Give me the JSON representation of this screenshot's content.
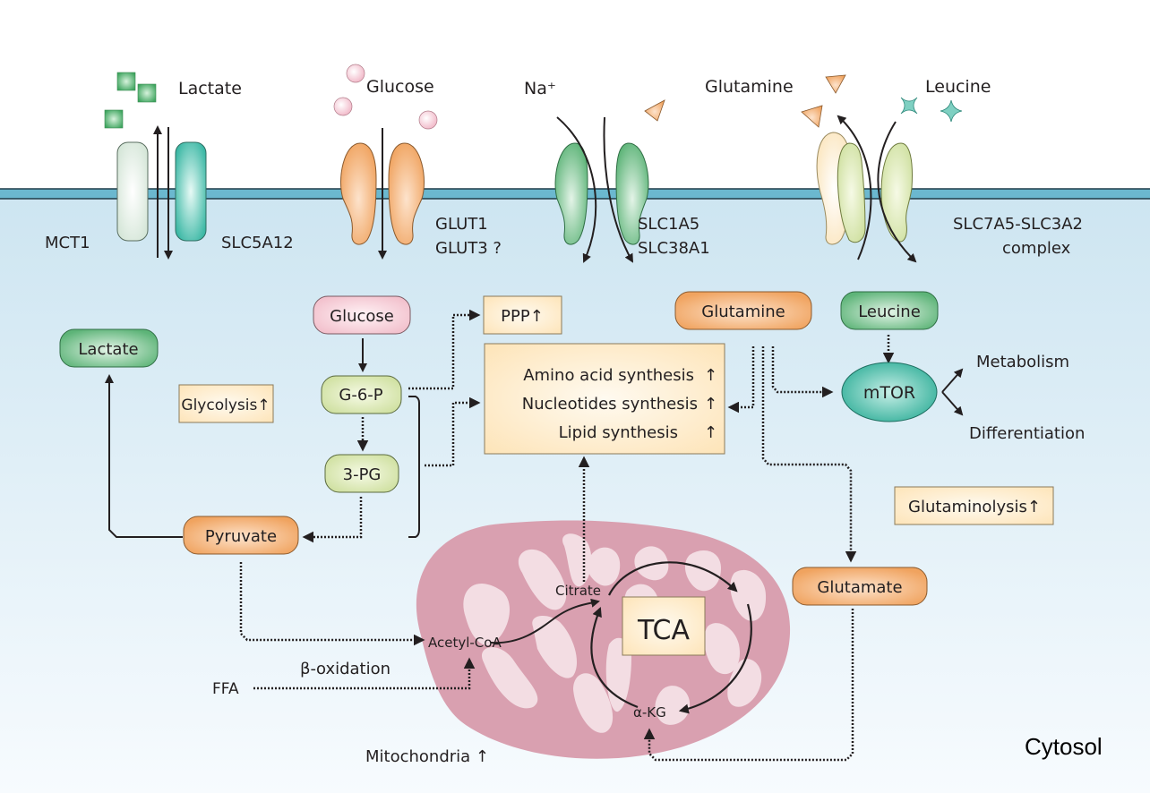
{
  "extracellular": {
    "lactate": "Lactate",
    "glucose": "Glucose",
    "sodium": "Na⁺",
    "glutamine": "Glutamine",
    "leucine": "Leucine"
  },
  "transporters": {
    "mct1": "MCT1",
    "slc5a12": "SLC5A12",
    "glut1": "GLUT1",
    "glut3": "GLUT3 ?",
    "slc1a5": "SLC1A5",
    "slc38a1": "SLC38A1",
    "slc7a5_line1": "SLC7A5-SLC3A2",
    "slc7a5_line2": "complex"
  },
  "nodes": {
    "glucose": "Glucose",
    "g6p": "G-6-P",
    "pg3": "3-PG",
    "pyruvate": "Pyruvate",
    "lactate": "Lactate",
    "glutamine": "Glutamine",
    "leucine": "Leucine",
    "mtor": "mTOR",
    "glutamate": "Glutamate"
  },
  "labels": {
    "glycolysis": "Glycolysis↑",
    "ppp": "PPP↑",
    "synthesis": [
      "Amino acid synthesis",
      "Nucleotides synthesis",
      "Lipid synthesis"
    ],
    "up_arrow": "↑",
    "metabolism": "Metabolism",
    "differentiation": "Differentiation",
    "glutaminolysis": "Glutaminolysis↑",
    "tca": "TCA",
    "citrate": "Citrate",
    "acetyl_coa": "Acetyl-CoA",
    "akg": "α-KG",
    "beta_oxidation": "β-oxidation",
    "ffa": "FFA",
    "mitochondria": "Mitochondria ↑",
    "cytosol": "Cytosol"
  },
  "colors": {
    "membrane": "#6bb8cf",
    "cytosol_top": "#cfe6f1",
    "orange_node": "#f3a467",
    "green_node": "#6cbf87",
    "lightgreen_node": "#d9e6a8",
    "pink_node": "#f6c9d3",
    "teal_node": "#3bb5a0",
    "box_fill": "#fde9c3",
    "mito_outer": "#d9a0b0",
    "mito_inner": "#f3dde3"
  }
}
